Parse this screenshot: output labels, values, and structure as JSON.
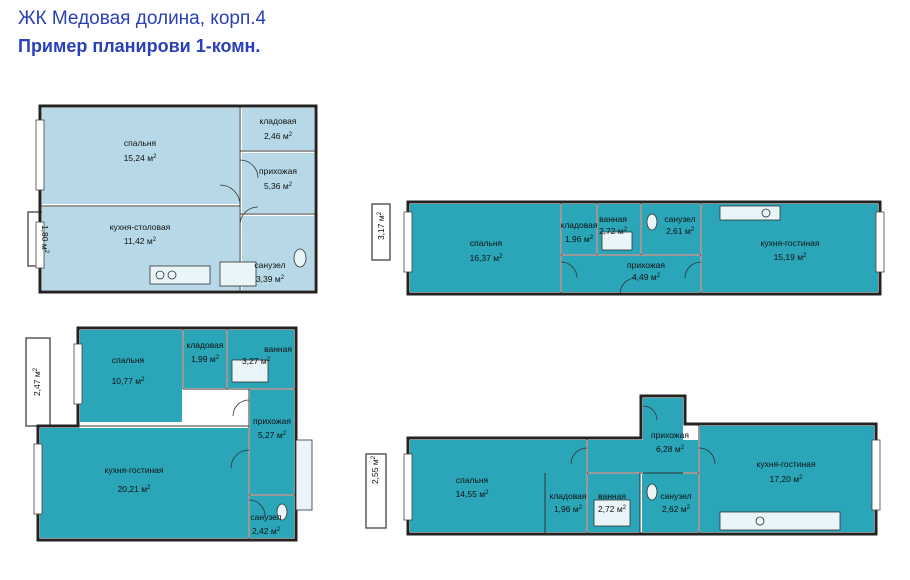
{
  "header": {
    "title": "ЖК Медовая долина, корп.4",
    "subtitle": "Пример планирови 1-комн."
  },
  "colors": {
    "plan1_fill": "#b7d8e6",
    "plan_fill": "#2aa6b8",
    "title": "#2b3fb8"
  },
  "unit": "м",
  "plans": [
    {
      "rooms": [
        {
          "name": "спальня",
          "area": "15,24"
        },
        {
          "name": "кладовая",
          "area": "2,46"
        },
        {
          "name": "прихожая",
          "area": "5,36"
        },
        {
          "name": "кухня-столовая",
          "area": "11,42"
        },
        {
          "name": "санузел",
          "area": "3,39"
        }
      ],
      "balcony": "1,80"
    },
    {
      "rooms": [
        {
          "name": "спальня",
          "area": "16,37"
        },
        {
          "name": "кладовая",
          "area": "1,96"
        },
        {
          "name": "ванная",
          "area": "2,72"
        },
        {
          "name": "санузел",
          "area": "2,61"
        },
        {
          "name": "прихожая",
          "area": "4,49"
        },
        {
          "name": "кухня-гостиная",
          "area": "15,19"
        }
      ],
      "balcony": "3,17"
    },
    {
      "rooms": [
        {
          "name": "спальня",
          "area": "10,77"
        },
        {
          "name": "кладовая",
          "area": "1,99"
        },
        {
          "name": "ванная",
          "area": "3,27"
        },
        {
          "name": "прихожая",
          "area": "5,27"
        },
        {
          "name": "кухня-гостиная",
          "area": "20,21"
        },
        {
          "name": "санузел",
          "area": "2,42"
        }
      ],
      "balcony": "2,47"
    },
    {
      "rooms": [
        {
          "name": "прихожая",
          "area": "6,28"
        },
        {
          "name": "спальня",
          "area": "14,55"
        },
        {
          "name": "кладовая",
          "area": "1,96"
        },
        {
          "name": "ванная",
          "area": "2,72"
        },
        {
          "name": "санузел",
          "area": "2,62"
        },
        {
          "name": "кухня-гостиная",
          "area": "17,20"
        }
      ],
      "balcony": "2,55"
    }
  ]
}
